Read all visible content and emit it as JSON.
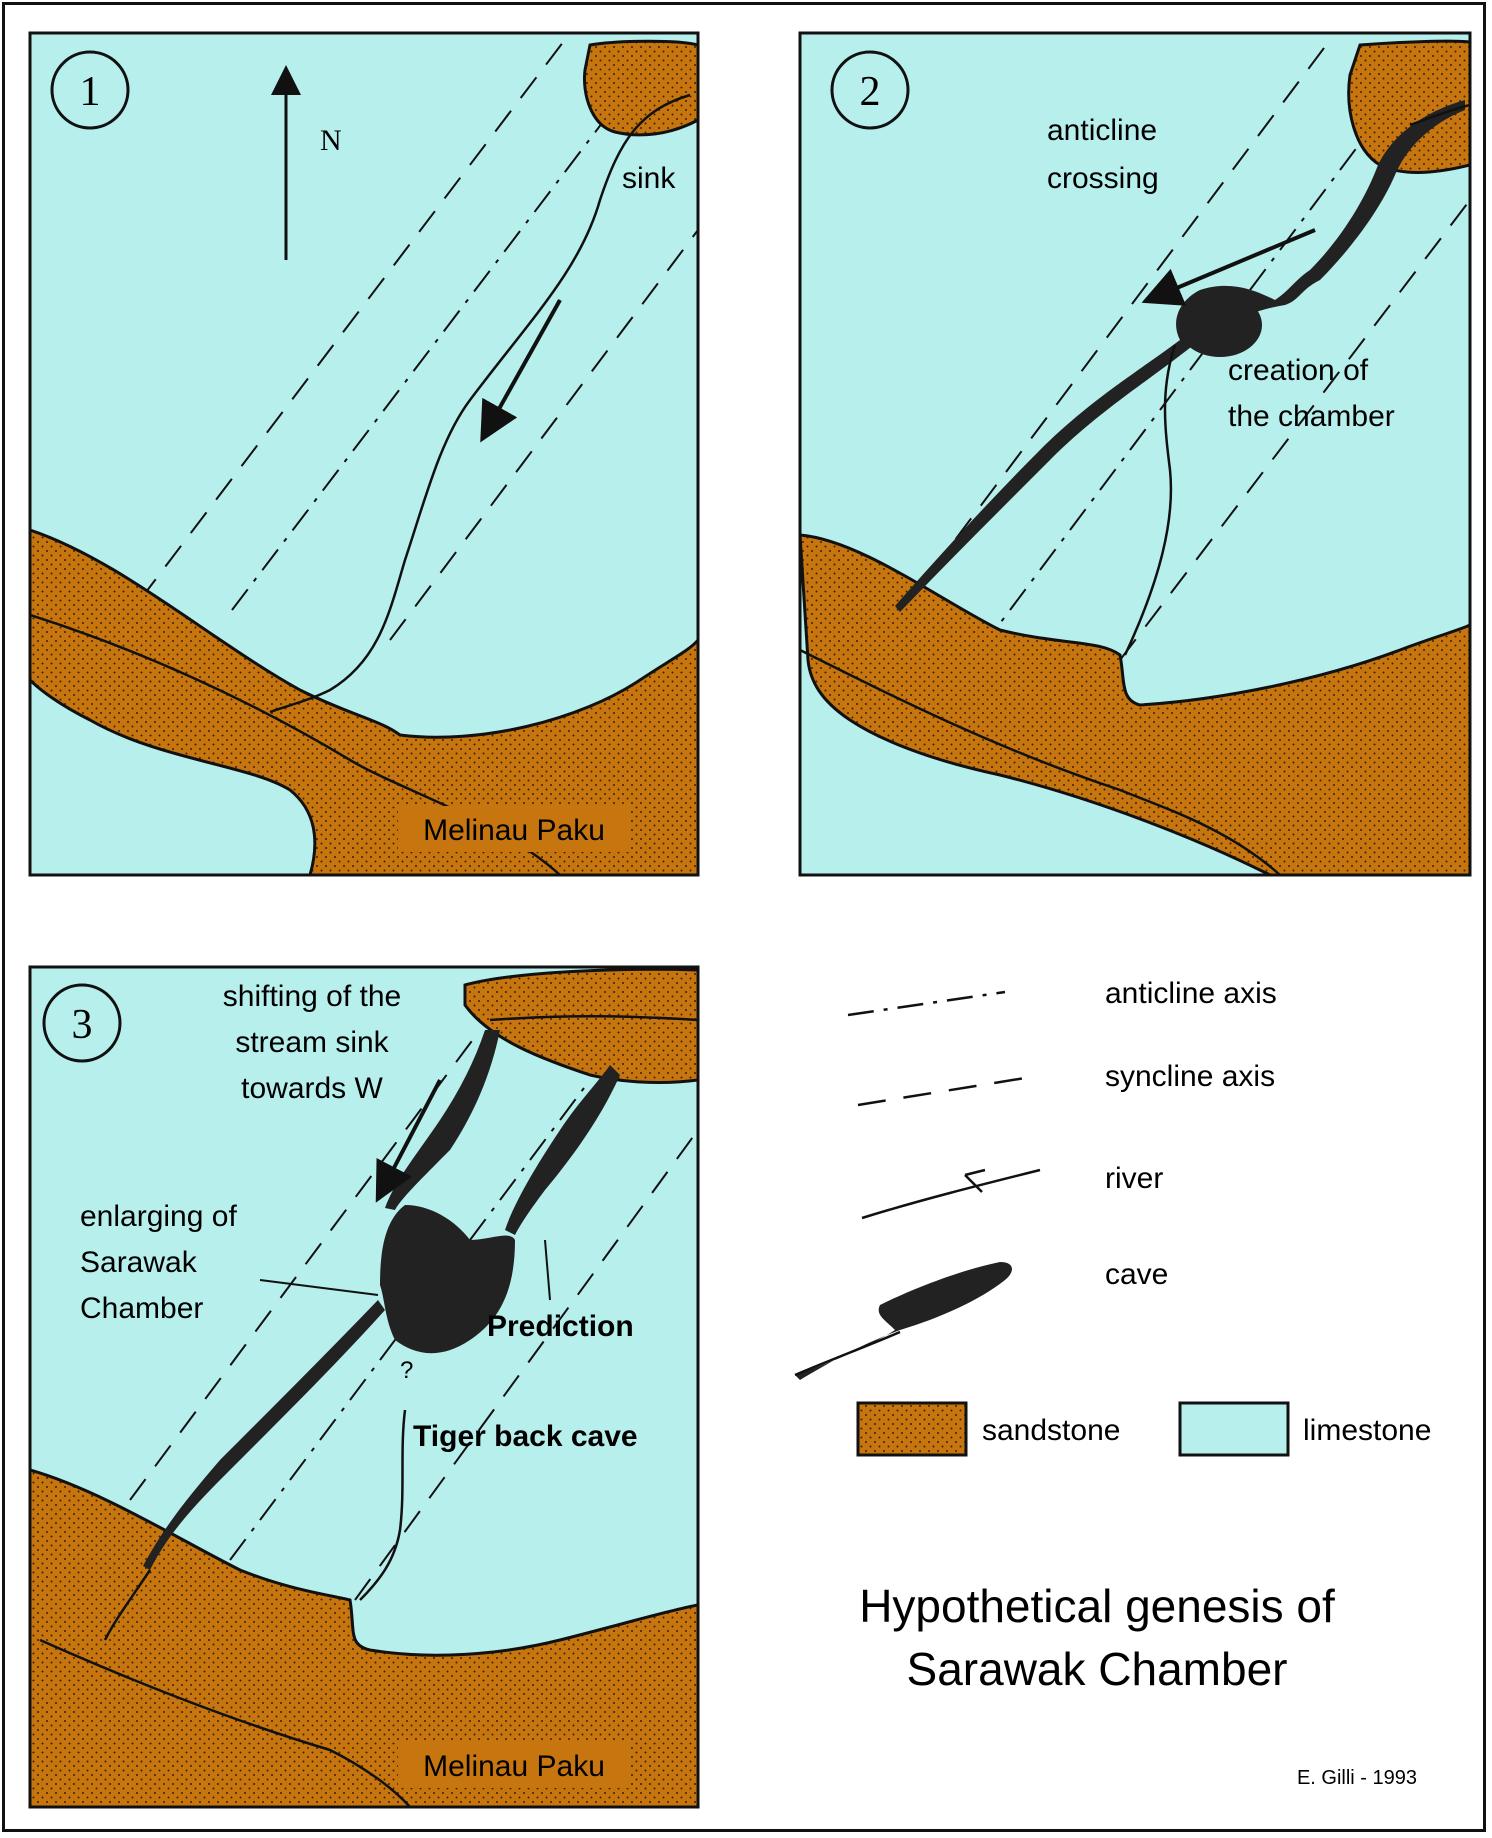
{
  "colors": {
    "sandstone": "#c7760f",
    "limestone": "#b7efec",
    "outline": "#111111",
    "cave": "#222222",
    "dots": "#3a2008"
  },
  "panels": [
    {
      "number": "1",
      "north_label": "N",
      "labels": {
        "sink": "sink",
        "river_name": "Melinau Paku"
      }
    },
    {
      "number": "2",
      "labels": {
        "anticline_line1": "anticline",
        "anticline_line2": "crossing",
        "chamber_line1": "creation of",
        "chamber_line2": "the chamber"
      }
    },
    {
      "number": "3",
      "labels": {
        "shift_line1": "shifting of the",
        "shift_line2": "stream sink",
        "shift_line3": "towards W",
        "enlarge_line1": "enlarging of",
        "enlarge_line2": "Sarawak",
        "enlarge_line3": "Chamber",
        "prediction": "Prediction",
        "question": "?",
        "tiger": "Tiger back cave",
        "river_name": "Melinau Paku"
      }
    }
  ],
  "legend": {
    "anticline": "anticline axis",
    "syncline": "syncline axis",
    "river": "river",
    "cave": "cave",
    "sandstone": "sandstone",
    "limestone": "limestone"
  },
  "title_line1": "Hypothetical genesis of",
  "title_line2": "Sarawak Chamber",
  "credit": "E. Gilli - 1993"
}
